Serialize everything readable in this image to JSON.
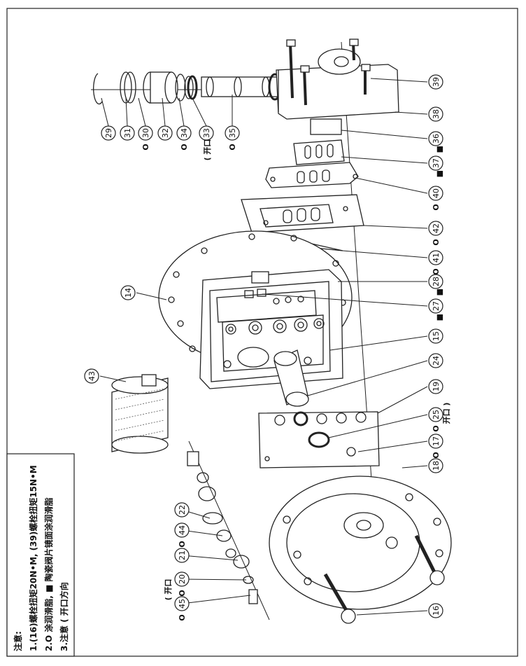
{
  "notes": {
    "title": "注意:",
    "line1": "1.(16)螺栓扭矩20N•M, (39)螺栓扭矩15N•M",
    "line2": "2.O 涂润滑脂, ■ 陶瓷阀片镜面涂润滑脂",
    "line3": "3.注意 ( 开口方向"
  },
  "callouts": {
    "c14": "14",
    "c15": "15",
    "c16": "16",
    "c17": "17",
    "c18": "18",
    "c19": "19",
    "c20": "20",
    "c21": "21",
    "c22": "22",
    "c24": "24",
    "c25": "25",
    "c27": "27",
    "c28": "28",
    "c29": "29",
    "c30": "30",
    "c31": "31",
    "c32": "32",
    "c33": "33",
    "c34": "34",
    "c35": "35",
    "c36": "36",
    "c37": "37",
    "c38": "38",
    "c39": "39",
    "c40": "40",
    "c41": "41",
    "c42": "42",
    "c43": "43",
    "c44": "44",
    "c45": "45"
  },
  "markers": {
    "grease": "O",
    "ceramic": "■",
    "opening_label": "开口",
    "opening_left": "( 开口",
    "opening_right": "开口 )"
  }
}
